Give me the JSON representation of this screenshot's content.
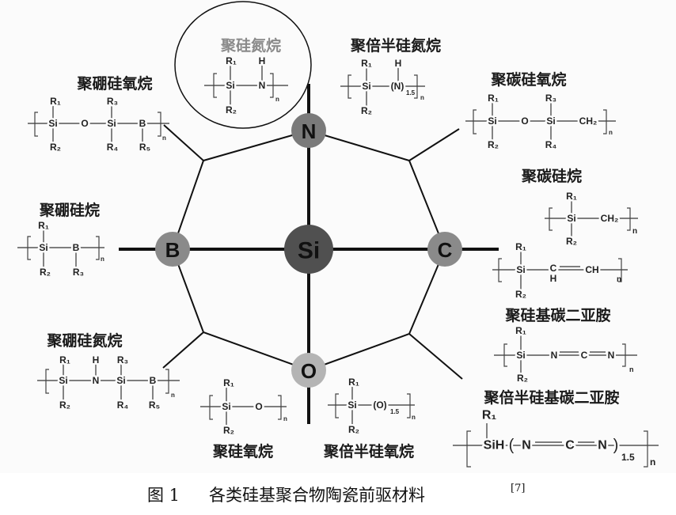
{
  "nodes": {
    "center": "Si",
    "top": "N",
    "left": "B",
    "right": "C",
    "bottom": "O"
  },
  "colors": {
    "center": "#505050",
    "top": "#7a7a7a",
    "left": "#8a8a8a",
    "right": "#8a8a8a",
    "bottom": "#b4b4b4"
  },
  "polymers": [
    {
      "name": "聚硅氮烷",
      "atoms": [
        "R₁",
        "H",
        "Si",
        "N",
        "R₂",
        "n"
      ]
    },
    {
      "name": "聚倍半硅氮烷",
      "atoms": [
        "R₁",
        "H",
        "Si",
        "(N)",
        "1.5",
        "R₂",
        "n"
      ]
    },
    {
      "name": "聚硼硅氧烷",
      "atoms": [
        "R₁",
        "R₃",
        "Si",
        "O",
        "Si",
        "B",
        "R₂",
        "R₄",
        "R₅",
        "n"
      ]
    },
    {
      "name": "聚碳硅氧烷",
      "atoms": [
        "R₁",
        "R₃",
        "Si",
        "O",
        "Si",
        "CH₂",
        "R₂",
        "R₄",
        "n"
      ]
    },
    {
      "name": "聚碳硅烷",
      "atoms": [
        "R₁",
        "Si",
        "CH₂",
        "R₂",
        "n"
      ]
    },
    {
      "name": "聚硼硅烷",
      "atoms": [
        "R₁",
        "Si",
        "B",
        "R₂",
        "R₃",
        "n"
      ]
    },
    {
      "name": "",
      "atoms": [
        "R₁",
        "Si",
        "C",
        "H",
        "CH",
        "R₂",
        "n"
      ]
    },
    {
      "name": "聚硅基碳二亚胺",
      "atoms": [
        "R₁",
        "Si",
        "N",
        "C",
        "N",
        "R₂",
        "n"
      ]
    },
    {
      "name": "聚硼硅氮烷",
      "atoms": [
        "R₁",
        "H",
        "R₃",
        "Si",
        "N",
        "Si",
        "B",
        "R₂",
        "R₄",
        "R₅",
        "n"
      ]
    },
    {
      "name": "聚硅氧烷",
      "atoms": [
        "R₁",
        "Si",
        "O",
        "R₂",
        "n"
      ]
    },
    {
      "name": "聚倍半硅氧烷",
      "atoms": [
        "R₁",
        "Si",
        "(O)",
        "1.5",
        "R₂",
        "n"
      ]
    },
    {
      "name": "聚倍半硅基碳二亚胺",
      "atoms": [
        "R₁",
        "SiH",
        "(",
        "N",
        "C",
        "N",
        ")",
        "1.5",
        "n"
      ]
    }
  ],
  "caption": {
    "label": "图 1",
    "text": "各类硅基聚合物陶瓷前驱材料",
    "ref": "[7]"
  }
}
